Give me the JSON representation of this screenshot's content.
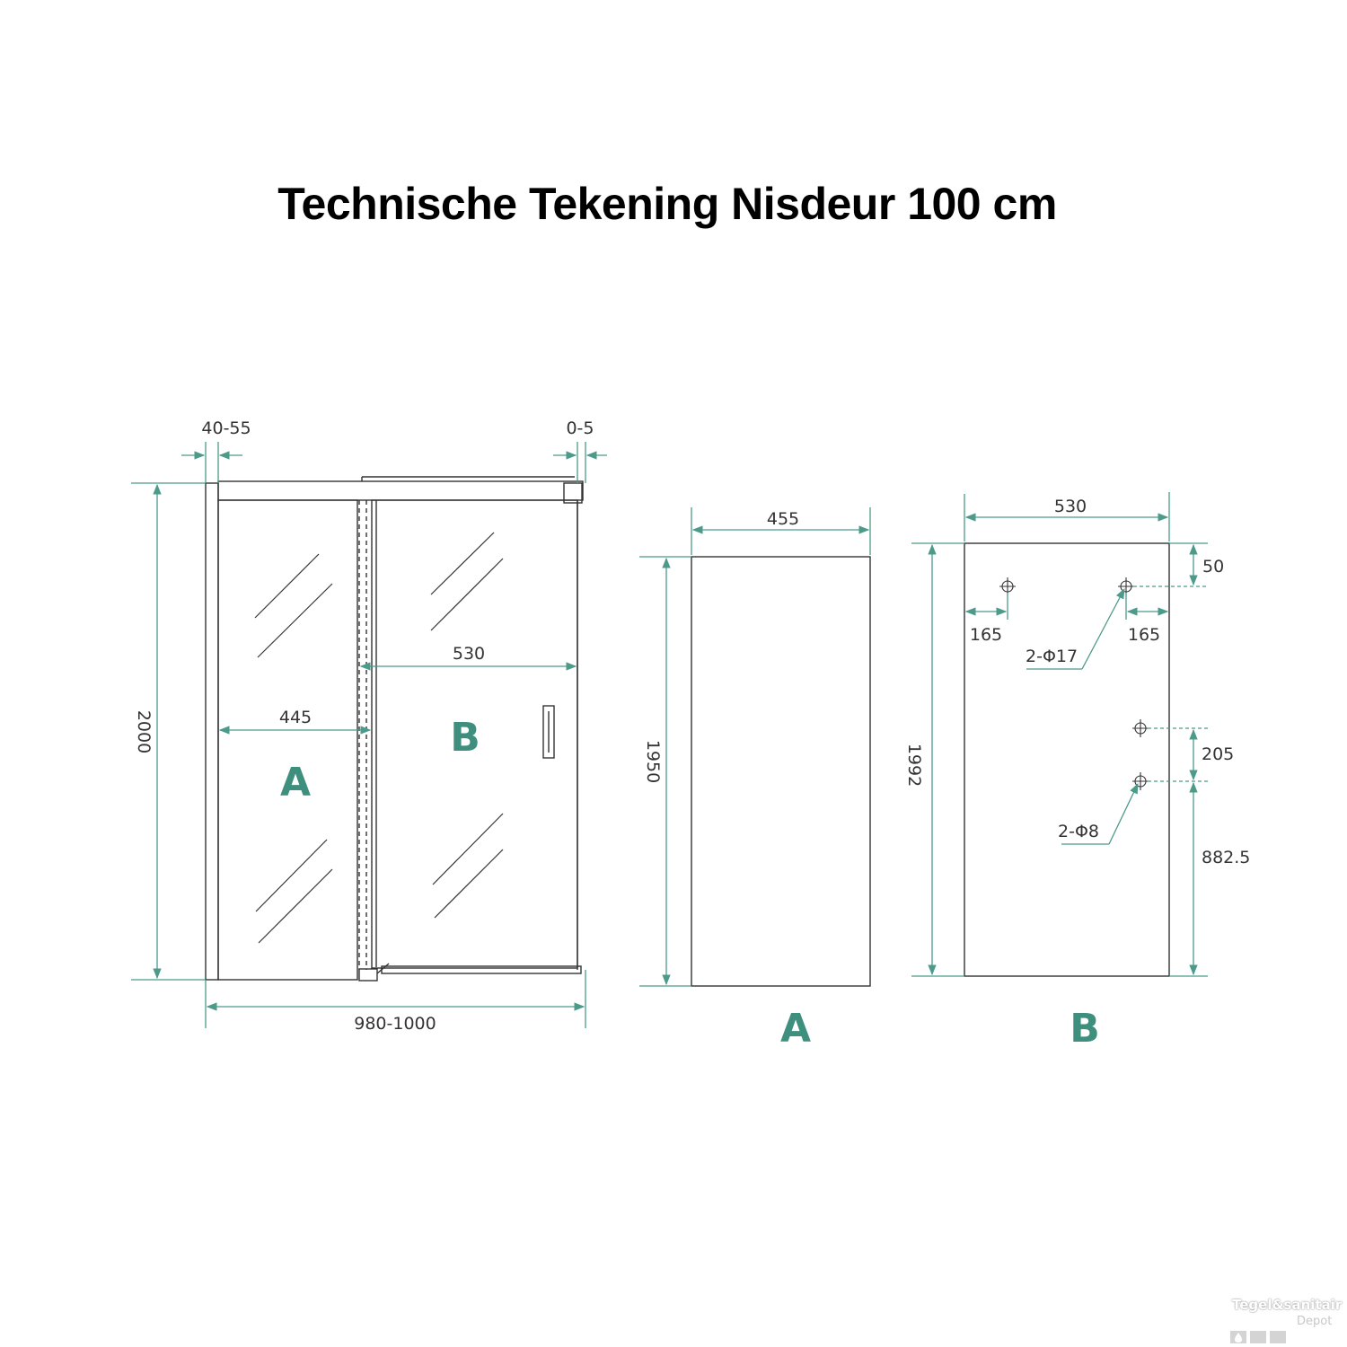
{
  "title": "Technische Tekening Nisdeur 100 cm",
  "colors": {
    "dimension": "#4c9a8a",
    "outline": "#333333",
    "label": "#3f8f7f"
  },
  "assembly": {
    "dims": {
      "side_gap": "40-55",
      "right_gap": "0-5",
      "height": "2000",
      "panel_a_width": "445",
      "panel_b_width": "530",
      "total_width": "980-1000"
    },
    "label_a": "A",
    "label_b": "B"
  },
  "panel_a": {
    "width": "455",
    "height": "1950",
    "label": "A"
  },
  "panel_b": {
    "width": "530",
    "height": "1992",
    "top_offset": "50",
    "left_hole_offset": "165",
    "right_hole_offset": "165",
    "large_holes": "2-Φ17",
    "hole_spacing": "205",
    "small_holes": "2-Φ8",
    "lower_offset": "882.5",
    "label": "B"
  },
  "watermark": {
    "line1": "Tegel&sanitair",
    "line2": "Depot"
  }
}
